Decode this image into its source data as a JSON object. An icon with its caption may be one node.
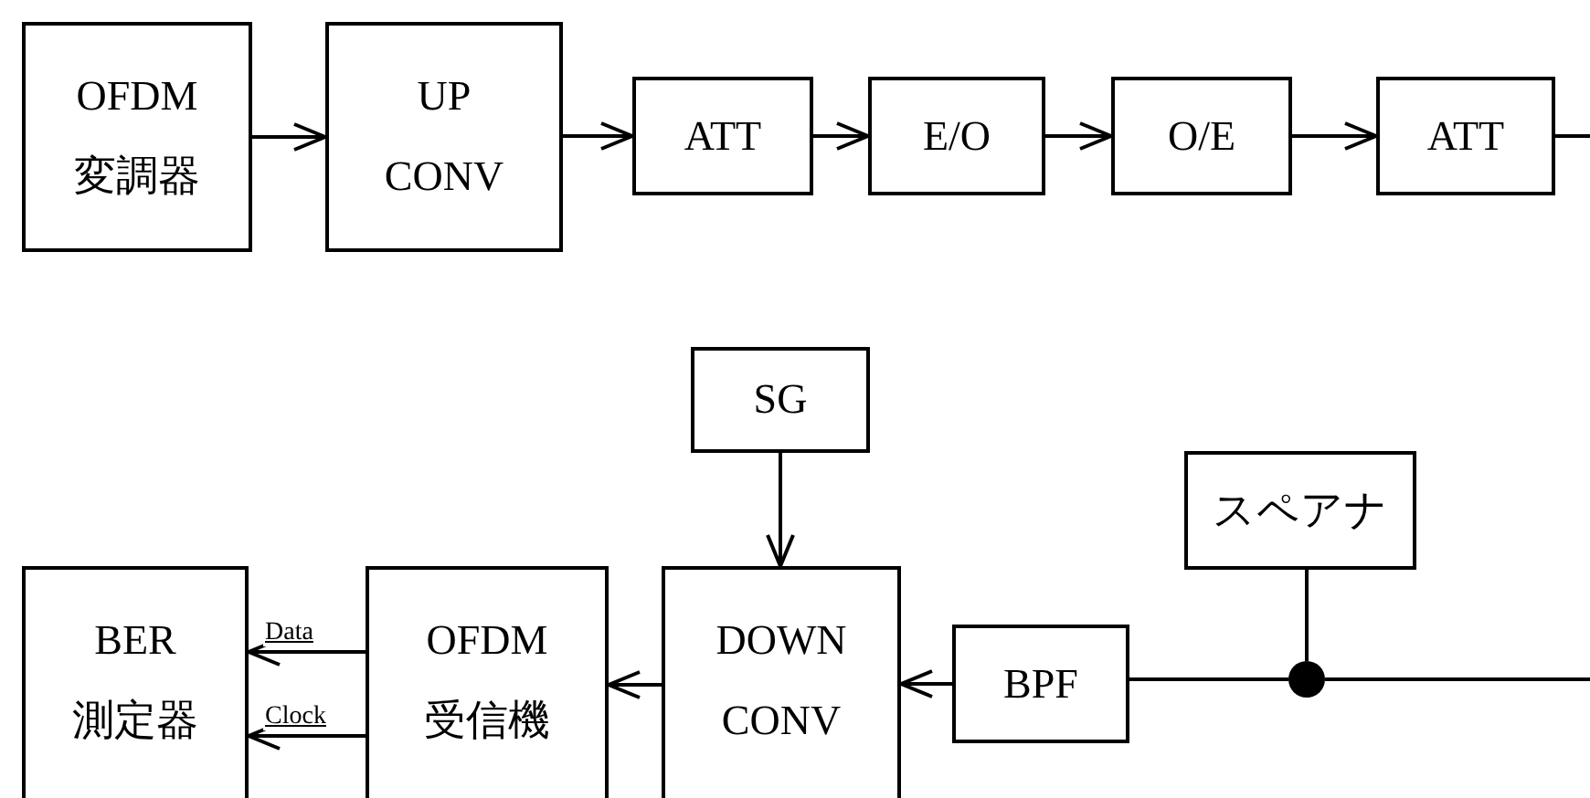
{
  "diagram": {
    "nodes": [
      {
        "text": [
          "OFDM 変調器"
        ]
      },
      {
        "text": [
          "UP CONV"
        ]
      },
      {
        "text": [
          "ATT"
        ]
      },
      {
        "text": [
          "E/O"
        ]
      },
      {
        "text": [
          "O/E"
        ]
      },
      {
        "text": [
          "ATT"
        ]
      },
      {
        "text": [
          "SG"
        ]
      },
      {
        "text": [
          "スペアナ"
        ]
      },
      {
        "text": [
          "BER 測定器"
        ]
      },
      {
        "text": [
          "OFDM 受信機"
        ]
      },
      {
        "text": [
          "DOWN CONV"
        ]
      },
      {
        "text": [
          "BPF"
        ]
      },
      {
        "text": [],
        "shape": "circle"
      }
    ],
    "edges": [
      {
        "from": 0,
        "to": 1,
        "arrow": "to"
      },
      {
        "from": 1,
        "to": 2,
        "arrow": "to"
      },
      {
        "from": 2,
        "to": 3,
        "arrow": "to"
      },
      {
        "from": 3,
        "to": 4,
        "arrow": "to"
      },
      {
        "from": 4,
        "to": 5,
        "arrow": "to"
      },
      {
        "from": 5,
        "to": null,
        "arrow": "none"
      },
      {
        "from": 6,
        "to": 10,
        "arrow": "to"
      },
      {
        "from": 9,
        "to": 8,
        "arrow": "to",
        "label": "Data"
      },
      {
        "from": 9,
        "to": 8,
        "arrow": "to",
        "label": "Clock"
      },
      {
        "from": 10,
        "to": 9,
        "arrow": "to"
      },
      {
        "from": 11,
        "to": 10,
        "arrow": "to"
      },
      {
        "from": 12,
        "to": 11,
        "arrow": "none"
      },
      {
        "from": 12,
        "to": 7,
        "arrow": "none"
      },
      {
        "from": null,
        "to": 12,
        "arrow": "none"
      }
    ]
  }
}
